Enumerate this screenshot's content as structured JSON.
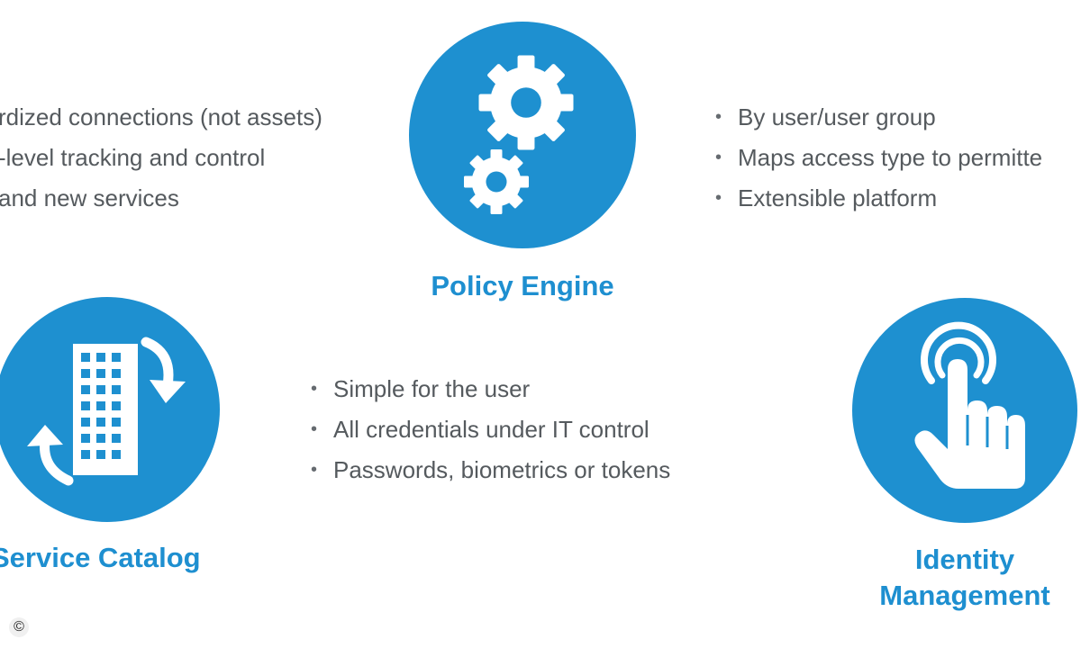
{
  "policy_engine": {
    "title": "Policy Engine",
    "icon": "gears-icon"
  },
  "left_bullets": {
    "items": [
      "rdized connections (not assets)",
      "-level tracking and control",
      " and new services"
    ]
  },
  "right_bullets": {
    "items": [
      "By user/user group",
      "Maps access type to permitte",
      "Extensible platform"
    ]
  },
  "service_catalog": {
    "title": "Service Catalog",
    "icon": "building-refresh-icon"
  },
  "identity_bullets": {
    "items": [
      "Simple for the user",
      "All credentials under IT control",
      "Passwords, biometrics or tokens"
    ]
  },
  "identity_management": {
    "title_line1": "Identity",
    "title_line2": "Management",
    "icon": "touch-hand-icon"
  },
  "footer": {
    "copyright": "©"
  },
  "colors": {
    "accent": "#1e90d0",
    "text": "#555a5e",
    "background": "#ffffff"
  }
}
